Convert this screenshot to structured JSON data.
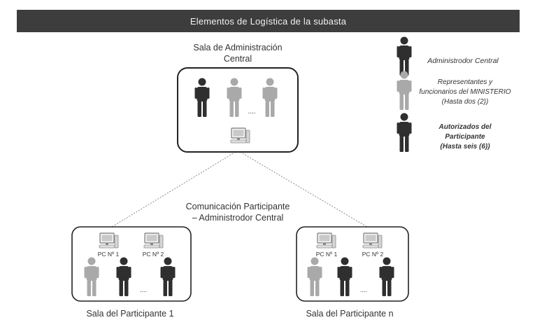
{
  "title": "Elementos de Logística de la subasta",
  "central_room": {
    "title_line1": "Sala de Administración",
    "title_line2": "Central",
    "ellipsis": "...."
  },
  "link_label": {
    "line1": "Comunicación Participante",
    "line2": "– Administrodor Central"
  },
  "participant_rooms": [
    {
      "name": "Sala del Participante 1",
      "pc1": "PC Nº 1",
      "pc2": "PC Nº 2",
      "ellipsis": "...."
    },
    {
      "name": "Sala del Participante n",
      "pc1": "PC Nº 1",
      "pc2": "PC Nº 2",
      "ellipsis": "...."
    }
  ],
  "legend": [
    {
      "icon": "person-dark-icon",
      "lines": [
        "Administrodor Central"
      ]
    },
    {
      "icon": "person-light-icon",
      "lines": [
        "Representantes y",
        "funcionarios del MINISTERIO",
        "(Hasta dos (2))"
      ]
    },
    {
      "icon": "person-dark-icon",
      "lines": [
        "Autorizados del",
        "Participante",
        "(Hasta seis (6))"
      ]
    }
  ],
  "colors": {
    "title_bar": "#3d3d3d",
    "person_dark": "#2f2f2f",
    "person_light": "#a9a9a9",
    "box_border": "#222222",
    "dashed_line": "#8a8a8a"
  }
}
